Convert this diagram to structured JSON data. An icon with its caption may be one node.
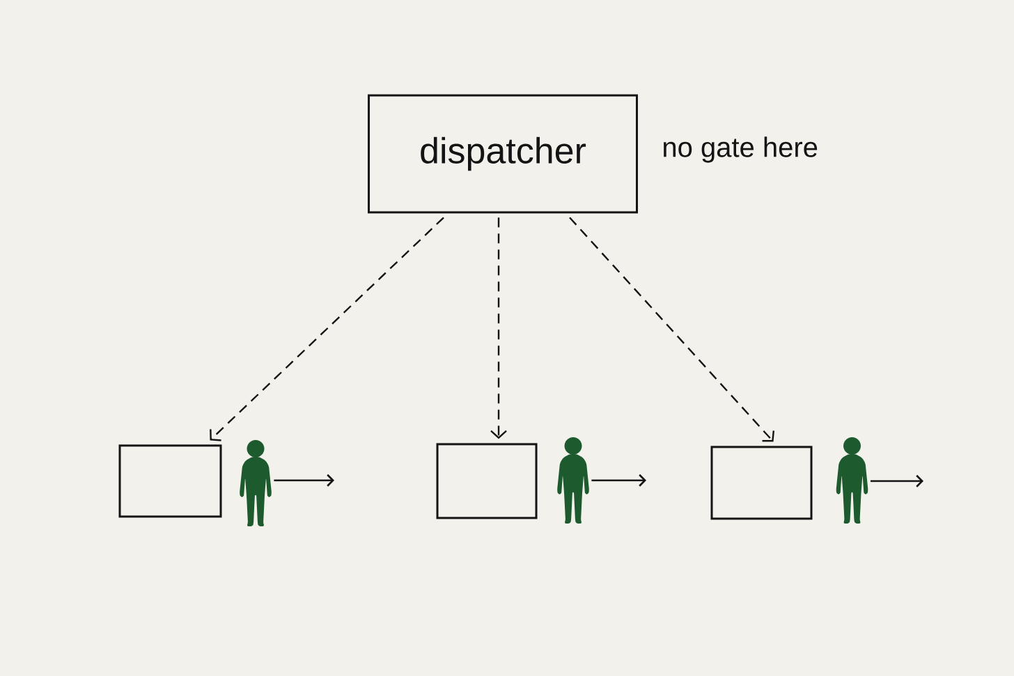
{
  "diagram": {
    "nodes": [
      {
        "text": [
          "dispatcher"
        ],
        "beside": [
          "no gate here"
        ]
      },
      {
        "text": [],
        "shape": "box"
      },
      {
        "text": [],
        "shape": "person"
      },
      {
        "text": [],
        "shape": "box"
      },
      {
        "text": [],
        "shape": "person"
      },
      {
        "text": [],
        "shape": "box"
      },
      {
        "text": [],
        "shape": "person"
      }
    ],
    "edges": [
      {
        "from": 0,
        "to": 1,
        "arrow": "to",
        "style": "dashed"
      },
      {
        "from": 0,
        "to": 3,
        "arrow": "to",
        "style": "dashed"
      },
      {
        "from": 0,
        "to": 5,
        "arrow": "to",
        "style": "dashed"
      },
      {
        "from": 2,
        "to": null,
        "arrow": "to"
      },
      {
        "from": 4,
        "to": null,
        "arrow": "to"
      },
      {
        "from": 6,
        "to": null,
        "arrow": "to"
      }
    ]
  }
}
